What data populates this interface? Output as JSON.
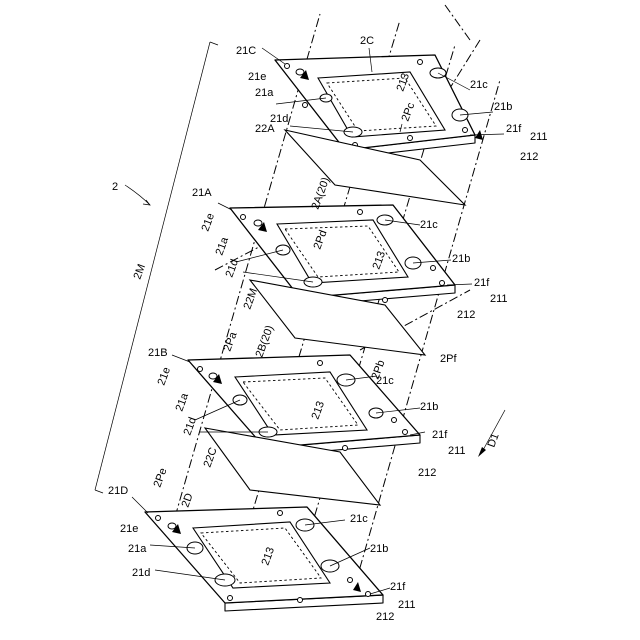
{
  "figure": {
    "assembly_ref": "2",
    "group_ref": "2M",
    "direction_ref": "D1",
    "plates": [
      {
        "id": "21C",
        "refs": [
          "21e",
          "21a",
          "21d",
          "21c",
          "21b",
          "21f",
          "211",
          "212",
          "213"
        ],
        "port": "2C",
        "path": "2Pc"
      },
      {
        "id": "21A",
        "refs": [
          "21e",
          "21a",
          "21d",
          "21c",
          "21b",
          "21f",
          "211",
          "212",
          "213"
        ],
        "port": "2A(20)",
        "path": "2Pd"
      },
      {
        "id": "21B",
        "refs": [
          "21e",
          "21a",
          "21d",
          "21c",
          "21b",
          "21f",
          "211",
          "212",
          "213"
        ],
        "port": "2B(20)",
        "path": "2Pb"
      },
      {
        "id": "21D",
        "refs": [
          "21e",
          "21a",
          "21d",
          "21c",
          "21b",
          "21f",
          "211",
          "212",
          "213"
        ],
        "port": "2D",
        "path": "2Pe"
      }
    ],
    "sheets": [
      "22A",
      "22M",
      "22C"
    ],
    "paths": [
      "2Pa",
      "2Pf"
    ]
  }
}
